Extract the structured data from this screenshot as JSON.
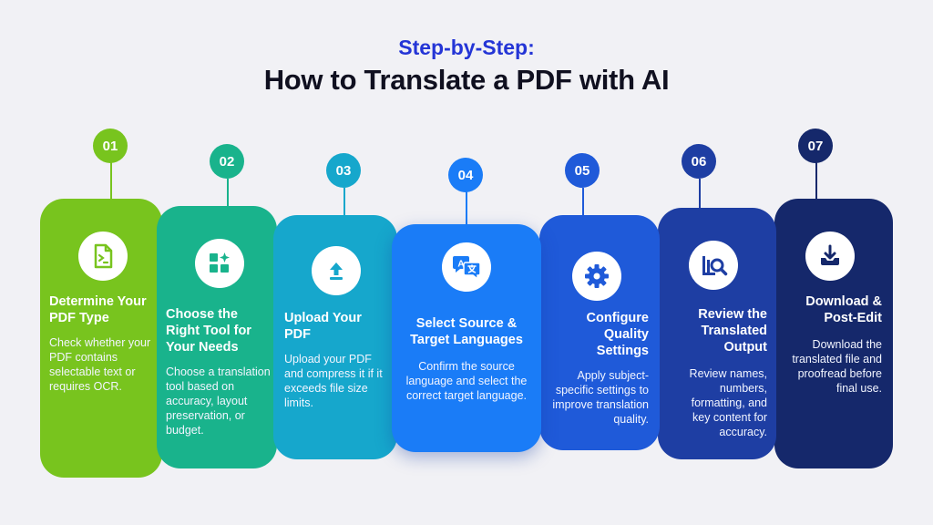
{
  "header": {
    "subtitle": "Step-by-Step:",
    "title": "How to Translate a PDF with AI"
  },
  "steps": [
    {
      "num": "01",
      "title": "Determine Your PDF Type",
      "desc": "Check whether your PDF contains selectable text or requires OCR.",
      "icon": "document-icon",
      "color": "#78c41e"
    },
    {
      "num": "02",
      "title": "Choose the Right Tool for Your Needs",
      "desc": "Choose a translation tool based on accuracy, layout preservation, or budget.",
      "icon": "grid-sparkle-icon",
      "color": "#19b38c"
    },
    {
      "num": "03",
      "title": "Upload Your PDF",
      "desc": "Upload your PDF and compress it if it exceeds file size limits.",
      "icon": "upload-icon",
      "color": "#16a7cc"
    },
    {
      "num": "04",
      "title": "Select Source & Target Languages",
      "desc": "Confirm the source language and select the correct target language.",
      "icon": "translate-icon",
      "color": "#1a7cf7"
    },
    {
      "num": "05",
      "title": "Configure Quality Settings",
      "desc": "Apply subject-specific settings to improve translation quality.",
      "icon": "gear-icon",
      "color": "#1f5ad9"
    },
    {
      "num": "06",
      "title": "Review the Translated Output",
      "desc": "Review names, numbers, formatting, and key content for accuracy.",
      "icon": "review-magnifier-icon",
      "color": "#1e3ea3"
    },
    {
      "num": "07",
      "title": "Download & Post-Edit",
      "desc": "Download the translated file and proofread before final use.",
      "icon": "download-icon",
      "color": "#15286b"
    }
  ]
}
